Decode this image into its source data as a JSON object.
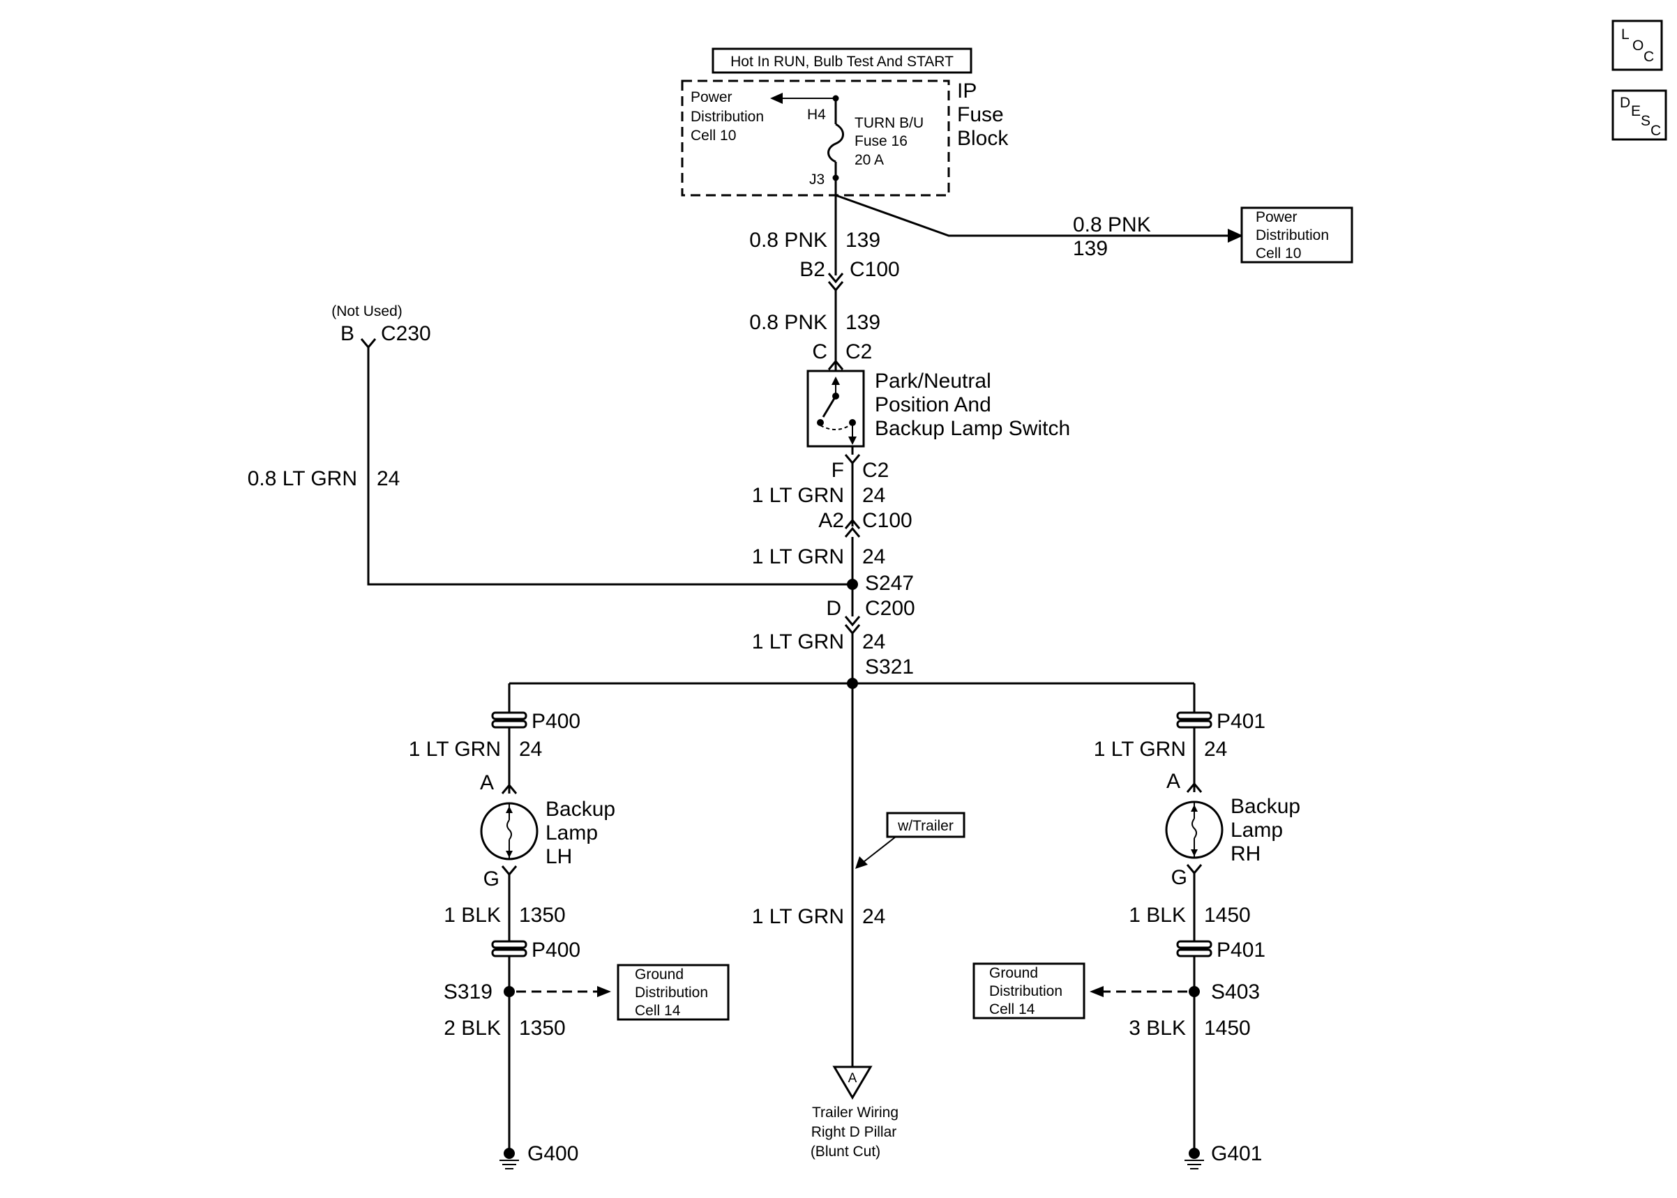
{
  "header": {
    "supply_label": "Hot In RUN, Bulb Test And START",
    "loc_icon": "L O C",
    "desc_icon": "D E S C"
  },
  "fuse_block": {
    "name_line1": "IP",
    "name_line2": "Fuse",
    "name_line3": "Block",
    "pd_line1": "Power",
    "pd_line2": "Distribution",
    "pd_line3": "Cell 10",
    "terminal_top": "H4",
    "terminal_bottom": "J3",
    "fuse_line1": "TURN B/U",
    "fuse_line2": "Fuse 16",
    "fuse_line3": "20 A"
  },
  "branch_pd": {
    "wire_gauge_color": "0.8 PNK",
    "circuit": "139",
    "line1": "Power",
    "line2": "Distribution",
    "line3": "Cell 10"
  },
  "main": {
    "w1_gauge_color": "0.8 PNK",
    "w1_circuit": "139",
    "c100_pin": "B2",
    "c100": "C100",
    "w2_gauge_color": "0.8 PNK",
    "w2_circuit": "139",
    "c2_in_pin": "C",
    "c2_in": "C2",
    "switch_line1": "Park/Neutral",
    "switch_line2": "Position And",
    "switch_line3": "Backup Lamp Switch",
    "c2_out_pin": "F",
    "c2_out": "C2",
    "w3_gauge_color": "1 LT GRN",
    "w3_circuit": "24",
    "c100b_pin": "A2",
    "c100b": "C100",
    "w4_gauge_color": "1 LT GRN",
    "w4_circuit": "24",
    "splice_s247": "S247",
    "c200_pin": "D",
    "c200": "C200",
    "w5_gauge_color": "1 LT GRN",
    "w5_circuit": "24",
    "splice_s321": "S321"
  },
  "not_used": {
    "note": "(Not Used)",
    "pin": "B",
    "connector": "C230",
    "wire_gauge_color": "0.8 LT GRN",
    "circuit": "24"
  },
  "left_lamp": {
    "p_top": "P400",
    "w_gauge_color": "1 LT GRN",
    "w_circuit": "24",
    "pin_a": "A",
    "name_line1": "Backup",
    "name_line2": "Lamp",
    "name_line3": "LH",
    "pin_g": "G",
    "gw_gauge_color": "1 BLK",
    "gw_circuit": "1350",
    "p_bottom": "P400",
    "splice": "S319",
    "gd_line1": "Ground",
    "gd_line2": "Distribution",
    "gd_line3": "Cell 14",
    "w2_gauge_color": "2 BLK",
    "w2_circuit": "1350",
    "ground": "G400"
  },
  "right_lamp": {
    "p_top": "P401",
    "w_gauge_color": "1 LT GRN",
    "w_circuit": "24",
    "pin_a": "A",
    "name_line1": "Backup",
    "name_line2": "Lamp",
    "name_line3": "RH",
    "pin_g": "G",
    "gw_gauge_color": "1 BLK",
    "gw_circuit": "1450",
    "p_bottom": "P401",
    "splice": "S403",
    "gd_line1": "Ground",
    "gd_line2": "Distribution",
    "gd_line3": "Cell 14",
    "w2_gauge_color": "3 BLK",
    "w2_circuit": "1450",
    "ground": "G401"
  },
  "trailer": {
    "option": "w/Trailer",
    "w_gauge_color": "1 LT GRN",
    "w_circuit": "24",
    "terminal": "A",
    "line1": "Trailer Wiring",
    "line2": "Right D Pillar",
    "line3": "(Blunt Cut)"
  }
}
